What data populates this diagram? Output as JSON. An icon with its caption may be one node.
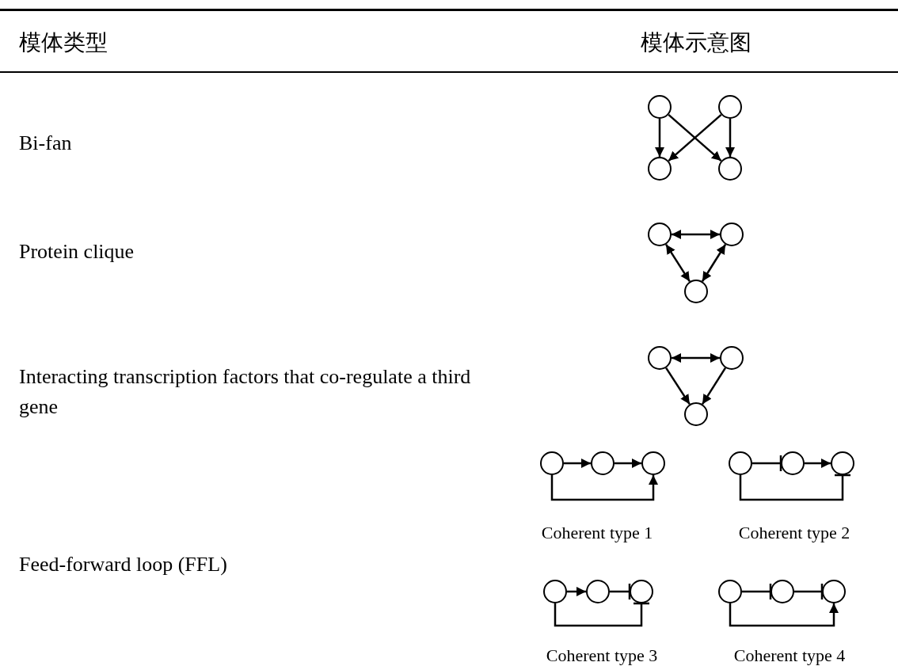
{
  "diagram": {
    "nodes": [
      {
        "text": [],
        "shape": "circle"
      },
      {
        "text": [],
        "shape": "circle"
      },
      {
        "text": [],
        "shape": "circle"
      },
      {
        "text": [],
        "shape": "circle"
      },
      {
        "text": [],
        "shape": "circle"
      },
      {
        "text": [],
        "shape": "circle"
      },
      {
        "text": [],
        "shape": "circle"
      },
      {
        "text": [],
        "shape": "circle"
      },
      {
        "text": [],
        "shape": "circle"
      },
      {
        "text": [],
        "shape": "circle"
      },
      {
        "text": [],
        "shape": "circle"
      },
      {
        "text": [],
        "shape": "circle"
      },
      {
        "text": [],
        "shape": "circle"
      },
      {
        "text": [],
        "shape": "circle"
      },
      {
        "text": [],
        "shape": "circle"
      },
      {
        "text": [],
        "shape": "circle"
      },
      {
        "text": [],
        "shape": "circle"
      },
      {
        "text": [],
        "shape": "circle"
      },
      {
        "text": [],
        "shape": "circle"
      },
      {
        "text": [],
        "shape": "circle"
      },
      {
        "text": [],
        "shape": "circle"
      },
      {
        "text": [],
        "shape": "circle"
      }
    ],
    "edges": [
      {
        "from": 0,
        "to": 2,
        "arrow": "to"
      },
      {
        "from": 0,
        "to": 3,
        "arrow": "to"
      },
      {
        "from": 1,
        "to": 2,
        "arrow": "to"
      },
      {
        "from": 1,
        "to": 3,
        "arrow": "to"
      },
      {
        "from": 4,
        "to": 5,
        "arrow": "both"
      },
      {
        "from": 4,
        "to": 6,
        "arrow": "both"
      },
      {
        "from": 5,
        "to": 6,
        "arrow": "both"
      },
      {
        "from": 7,
        "to": 8,
        "arrow": "both"
      },
      {
        "from": 7,
        "to": 9,
        "arrow": "to"
      },
      {
        "from": 8,
        "to": 9,
        "arrow": "to"
      },
      {
        "from": 10,
        "to": 11,
        "arrow": "to"
      },
      {
        "from": 11,
        "to": 12,
        "arrow": "to"
      },
      {
        "from": 10,
        "to": 12,
        "arrow": "to"
      },
      {
        "from": 13,
        "to": 14,
        "arrow": "other"
      },
      {
        "from": 14,
        "to": 15,
        "arrow": "to"
      },
      {
        "from": 13,
        "to": 15,
        "arrow": "other"
      },
      {
        "from": 16,
        "to": 17,
        "arrow": "to"
      },
      {
        "from": 17,
        "to": 18,
        "arrow": "other"
      },
      {
        "from": 16,
        "to": 18,
        "arrow": "other"
      },
      {
        "from": 19,
        "to": 20,
        "arrow": "other"
      },
      {
        "from": 20,
        "to": 21,
        "arrow": "other"
      },
      {
        "from": 19,
        "to": 21,
        "arrow": "to"
      }
    ],
    "labels": [
      "模体类型",
      "模体示意图",
      "Bi-fan",
      "Protein clique",
      "Interacting transcription factors that co-regulate a third gene",
      "Coherent type 1",
      "Coherent type 2",
      "Feed-forward loop (FFL)",
      "Coherent type 3",
      "Coherent type 4"
    ]
  }
}
